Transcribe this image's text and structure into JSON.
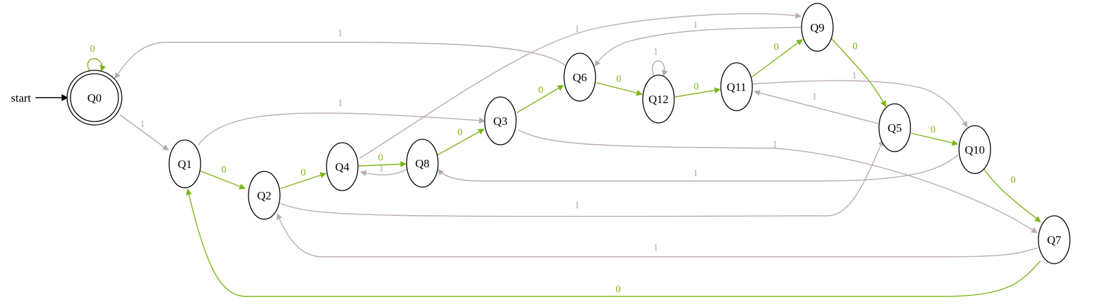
{
  "diagram": {
    "start_label": "start",
    "colors": {
      "zero_edge": "#7cb518",
      "one_edge": "#b9aab3",
      "node_stroke": "#000000",
      "start_arrow": "#000000"
    },
    "states": [
      {
        "id": "Q0",
        "label": "Q0",
        "accepting": true
      },
      {
        "id": "Q1",
        "label": "Q1",
        "accepting": false
      },
      {
        "id": "Q2",
        "label": "Q2",
        "accepting": false
      },
      {
        "id": "Q3",
        "label": "Q3",
        "accepting": false
      },
      {
        "id": "Q4",
        "label": "Q4",
        "accepting": false
      },
      {
        "id": "Q5",
        "label": "Q5",
        "accepting": false
      },
      {
        "id": "Q6",
        "label": "Q6",
        "accepting": false
      },
      {
        "id": "Q7",
        "label": "Q7",
        "accepting": false
      },
      {
        "id": "Q8",
        "label": "Q8",
        "accepting": false
      },
      {
        "id": "Q9",
        "label": "Q9",
        "accepting": false
      },
      {
        "id": "Q10",
        "label": "Q10",
        "accepting": false
      },
      {
        "id": "Q11",
        "label": "Q11",
        "accepting": false
      },
      {
        "id": "Q12",
        "label": "Q12",
        "accepting": false
      }
    ],
    "transitions": [
      {
        "from": "Q0",
        "to": "Q0",
        "symbol": "0"
      },
      {
        "from": "Q0",
        "to": "Q1",
        "symbol": "1"
      },
      {
        "from": "Q1",
        "to": "Q2",
        "symbol": "0"
      },
      {
        "from": "Q1",
        "to": "Q3",
        "symbol": "1"
      },
      {
        "from": "Q2",
        "to": "Q4",
        "symbol": "0"
      },
      {
        "from": "Q2",
        "to": "Q5",
        "symbol": "1"
      },
      {
        "from": "Q3",
        "to": "Q6",
        "symbol": "0"
      },
      {
        "from": "Q3",
        "to": "Q7",
        "symbol": "1"
      },
      {
        "from": "Q4",
        "to": "Q8",
        "symbol": "0"
      },
      {
        "from": "Q4",
        "to": "Q9",
        "symbol": "1"
      },
      {
        "from": "Q5",
        "to": "Q10",
        "symbol": "0"
      },
      {
        "from": "Q5",
        "to": "Q11",
        "symbol": "1"
      },
      {
        "from": "Q6",
        "to": "Q12",
        "symbol": "0"
      },
      {
        "from": "Q6",
        "to": "Q0",
        "symbol": "1"
      },
      {
        "from": "Q7",
        "to": "Q1",
        "symbol": "0"
      },
      {
        "from": "Q7",
        "to": "Q2",
        "symbol": "1"
      },
      {
        "from": "Q8",
        "to": "Q3",
        "symbol": "0"
      },
      {
        "from": "Q8",
        "to": "Q4",
        "symbol": "1"
      },
      {
        "from": "Q9",
        "to": "Q5",
        "symbol": "0"
      },
      {
        "from": "Q9",
        "to": "Q6",
        "symbol": "1"
      },
      {
        "from": "Q10",
        "to": "Q7",
        "symbol": "0"
      },
      {
        "from": "Q10",
        "to": "Q8",
        "symbol": "1"
      },
      {
        "from": "Q11",
        "to": "Q9",
        "symbol": "0"
      },
      {
        "from": "Q11",
        "to": "Q10",
        "symbol": "1"
      },
      {
        "from": "Q12",
        "to": "Q11",
        "symbol": "0"
      },
      {
        "from": "Q12",
        "to": "Q12",
        "symbol": "1"
      }
    ]
  }
}
